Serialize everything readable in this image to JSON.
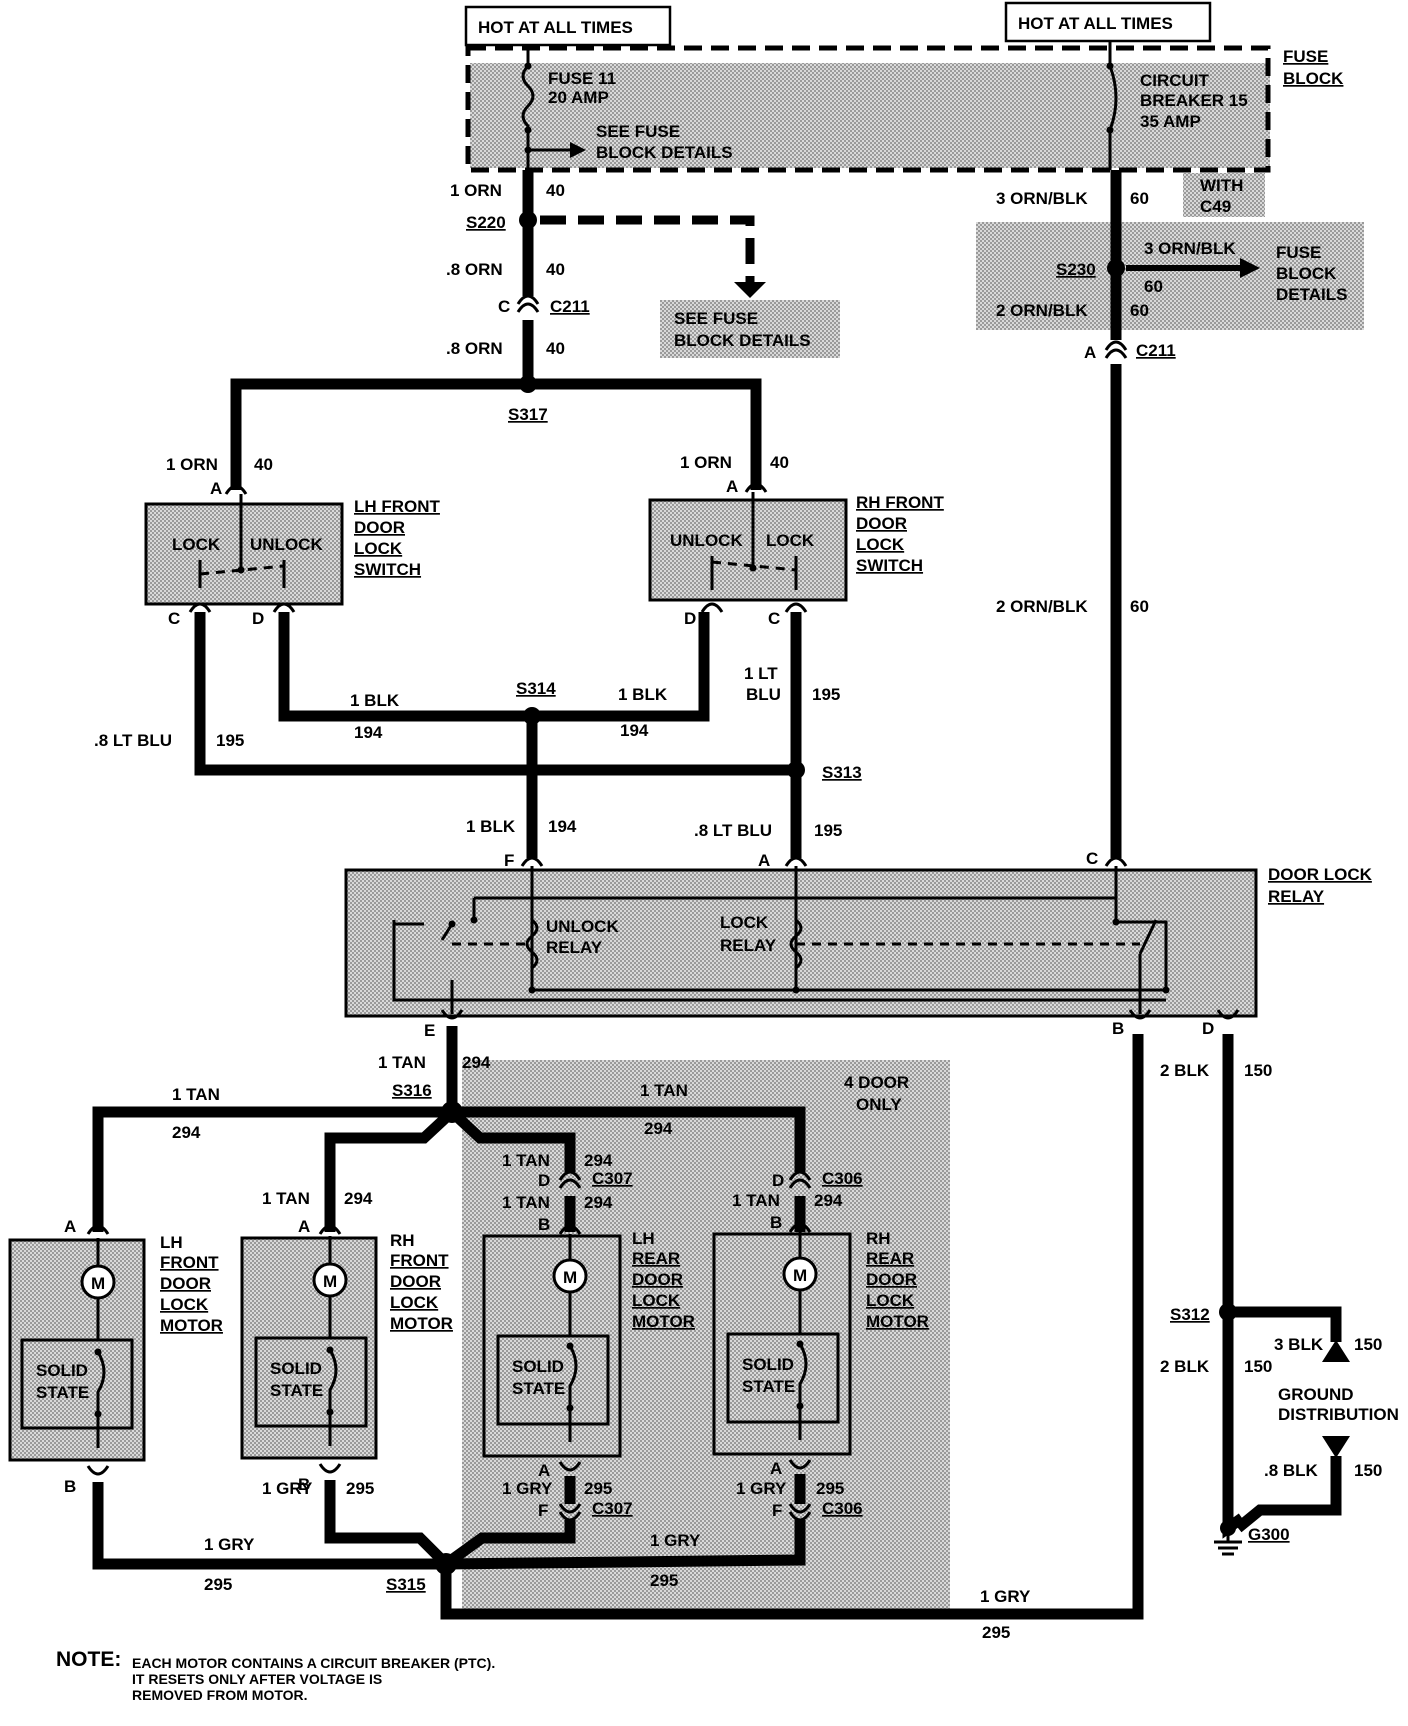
{
  "power": {
    "hot_left": "HOT AT ALL TIMES",
    "hot_right": "HOT AT ALL TIMES",
    "fuse_block": [
      "FUSE",
      "BLOCK"
    ],
    "fuse11": [
      "FUSE 11",
      "20 AMP"
    ],
    "see_fuse_1": [
      "SEE FUSE",
      "BLOCK DETAILS"
    ],
    "breaker": [
      "CIRCUIT",
      "BREAKER 15",
      "35 AMP"
    ],
    "with_c49": [
      "WITH",
      "C49"
    ],
    "fuse_block_details": [
      "FUSE",
      "BLOCK",
      "DETAILS"
    ],
    "see_fuse_2": [
      "SEE FUSE",
      "BLOCK DETAILS"
    ]
  },
  "splices": {
    "s220": "S220",
    "s230": "S230",
    "s317": "S317",
    "s314": "S314",
    "s313": "S313",
    "s316": "S316",
    "s315": "S315",
    "s312": "S312",
    "g300": "G300"
  },
  "connectors": {
    "c211": "C211",
    "c307": "C307",
    "c306": "C306",
    "pins": {
      "a": "A",
      "b": "B",
      "c": "C",
      "d": "D",
      "e": "E",
      "f": "F"
    }
  },
  "wires": {
    "orn_1": "1 ORN",
    "orn_08": ".8 ORN",
    "c40": "40",
    "orn_blk_3": "3 ORN/BLK",
    "orn_blk_2": "2 ORN/BLK",
    "c60": "60",
    "blk_1": "1 BLK",
    "c194": "194",
    "lt_blu_08": ".8 LT BLU",
    "lt_blu_1": [
      "1 LT",
      "BLU"
    ],
    "c195": "195",
    "tan_1": "1 TAN",
    "c294": "294",
    "gry_1": "1 GRY",
    "c295": "295",
    "blk_2": "2 BLK",
    "blk_3": "3 BLK",
    "blk_08": ".8 BLK",
    "c150": "150"
  },
  "components": {
    "lh_switch": [
      "LH FRONT",
      "DOOR",
      "LOCK",
      "SWITCH"
    ],
    "rh_switch": [
      "RH FRONT",
      "DOOR",
      "LOCK",
      "SWITCH"
    ],
    "lock": "LOCK",
    "unlock": "UNLOCK",
    "relay": [
      "DOOR LOCK",
      "RELAY"
    ],
    "unlock_relay": [
      "UNLOCK",
      "RELAY"
    ],
    "lock_relay": [
      "LOCK",
      "RELAY"
    ],
    "four_door": [
      "4 DOOR",
      "ONLY"
    ],
    "lh_front_motor": [
      "LH",
      "FRONT",
      "DOOR",
      "LOCK",
      "MOTOR"
    ],
    "rh_front_motor": [
      "RH",
      "FRONT",
      "DOOR",
      "LOCK",
      "MOTOR"
    ],
    "lh_rear_motor": [
      "LH",
      "REAR",
      "DOOR",
      "LOCK",
      "MOTOR"
    ],
    "rh_rear_motor": [
      "RH",
      "REAR",
      "DOOR",
      "LOCK",
      "MOTOR"
    ],
    "motor_symbol": "M",
    "solid_state": [
      "SOLID",
      "STATE"
    ],
    "ground_dist": [
      "GROUND",
      "DISTRIBUTION"
    ]
  },
  "note": {
    "label": "NOTE:",
    "lines": [
      "EACH MOTOR CONTAINS A CIRCUIT BREAKER (PTC).",
      "IT RESETS ONLY AFTER VOLTAGE IS",
      "REMOVED FROM MOTOR."
    ]
  }
}
